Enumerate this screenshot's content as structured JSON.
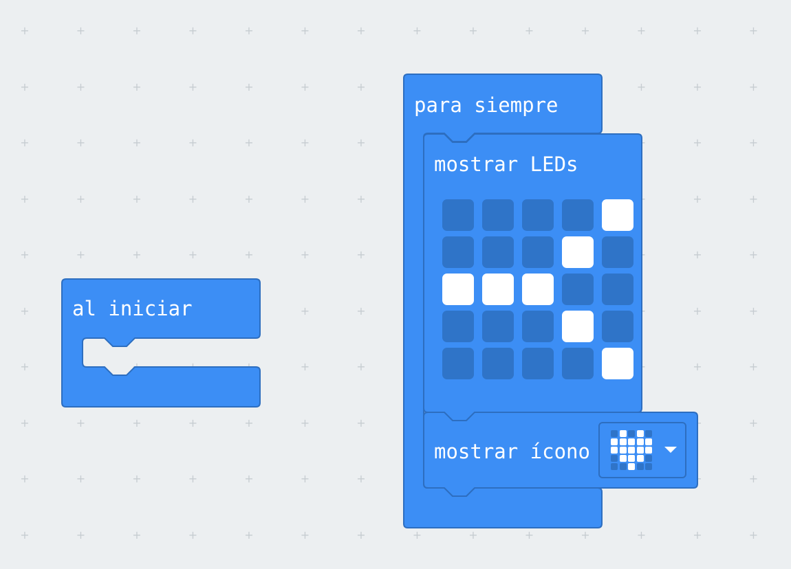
{
  "colors": {
    "block_fill": "#3c8ef5",
    "block_stroke": "#2d6ec0",
    "led_on": "#ffffff",
    "led_off": "#2f74c8",
    "workspace": "#eceff1",
    "grid": "#c6ccd1"
  },
  "blocks": {
    "on_start": {
      "label": "al iniciar"
    },
    "forever": {
      "label": "para siempre"
    },
    "show_leds": {
      "label": "mostrar LEDs",
      "matrix": [
        [
          0,
          0,
          0,
          0,
          1
        ],
        [
          0,
          0,
          0,
          1,
          0
        ],
        [
          1,
          1,
          1,
          0,
          0
        ],
        [
          0,
          0,
          0,
          1,
          0
        ],
        [
          0,
          0,
          0,
          0,
          1
        ]
      ]
    },
    "show_icon": {
      "label": "mostrar ícono",
      "selected_icon": "heart-icon",
      "icon_matrix": [
        [
          0,
          1,
          0,
          1,
          0
        ],
        [
          1,
          1,
          1,
          1,
          1
        ],
        [
          1,
          1,
          1,
          1,
          1
        ],
        [
          0,
          1,
          1,
          1,
          0
        ],
        [
          0,
          0,
          1,
          0,
          0
        ]
      ],
      "dropdown_icon": "caret-down-icon"
    }
  }
}
